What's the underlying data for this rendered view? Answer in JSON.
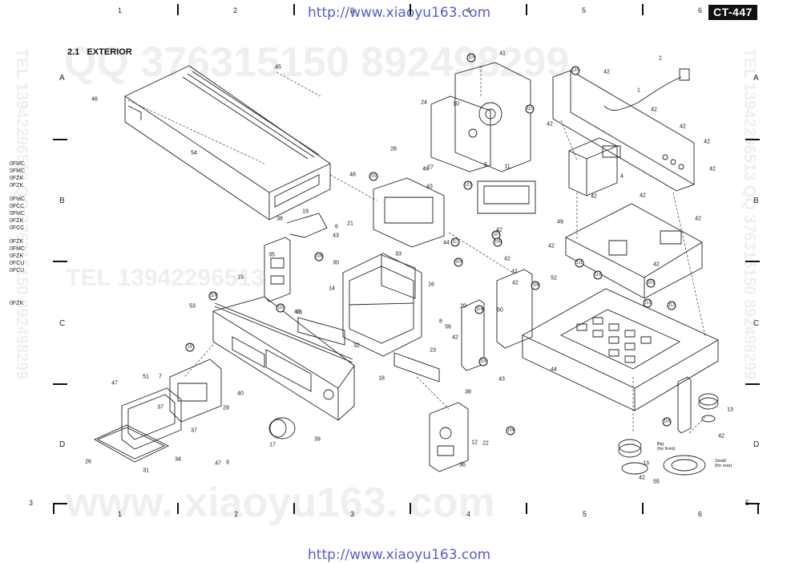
{
  "header": {
    "url_top": "http://www.xiaoyu163.com",
    "url_bottom": "http://www.xiaoyu163.com",
    "model": "CT-447",
    "section": "2.1   EXTERIOR",
    "page_left": "3",
    "page_right": "5"
  },
  "grid": {
    "columns_top": [
      "1",
      "2",
      "3",
      "4",
      "5",
      "6"
    ],
    "columns_bottom": [
      "1",
      "2",
      "3",
      "4",
      "5",
      "6"
    ],
    "rows": [
      "A",
      "B",
      "C",
      "D"
    ]
  },
  "watermarks": {
    "qq_line": "QQ 376315150  892498299",
    "tel_line": "TEL 13942296513",
    "site_line": "www. xiaoyu163. com",
    "right_vertical": "TEL 13942296513  QQ 376315150  892498299",
    "left_vertical": "TEL 13942296513  QQ 376315150  892498299"
  },
  "model_list": {
    "group1": [
      "0FMC",
      "0FMC",
      "0FZK",
      "0FZK"
    ],
    "group2": [
      "0FMC",
      "0FCC",
      "0FMC",
      "0FZK",
      "0FCC"
    ],
    "group3": [
      "0FZK",
      "0FMC",
      "0FZK",
      "0FCU",
      "0FCU"
    ],
    "group4": [
      "0FZK"
    ]
  },
  "part_labels": [
    "45",
    "46",
    "54",
    "48",
    "38",
    "19",
    "6",
    "43",
    "35",
    "108",
    "21",
    "30",
    "33",
    "14",
    "15",
    "53",
    "119",
    "110",
    "43",
    "32",
    "16",
    "18",
    "47",
    "51",
    "7",
    "37",
    "29",
    "37",
    "26",
    "31",
    "34",
    "47",
    "9",
    "40",
    "17",
    "39",
    "43",
    "56",
    "23",
    "20",
    "8",
    "18",
    "116",
    "38",
    "43",
    "36",
    "104",
    "22",
    "12",
    "102",
    "43",
    "28",
    "27",
    "46",
    "24",
    "10",
    "5",
    "115",
    "41",
    "110",
    "11",
    "4",
    "121",
    "42",
    "44",
    "117",
    "103",
    "42",
    "42",
    "114",
    "50",
    "107",
    "52",
    "42",
    "106",
    "105",
    "111",
    "118",
    "113",
    "44",
    "42",
    "120",
    "1",
    "2",
    "42",
    "42",
    "42",
    "42",
    "42",
    "42",
    "42",
    "49",
    "42",
    "42",
    "42",
    "101",
    "42",
    "13",
    "13",
    "42",
    "116",
    "55",
    "42",
    "112"
  ],
  "notes": {
    "big": "Big\n(for front)",
    "small": "Small\n(for rear)"
  }
}
